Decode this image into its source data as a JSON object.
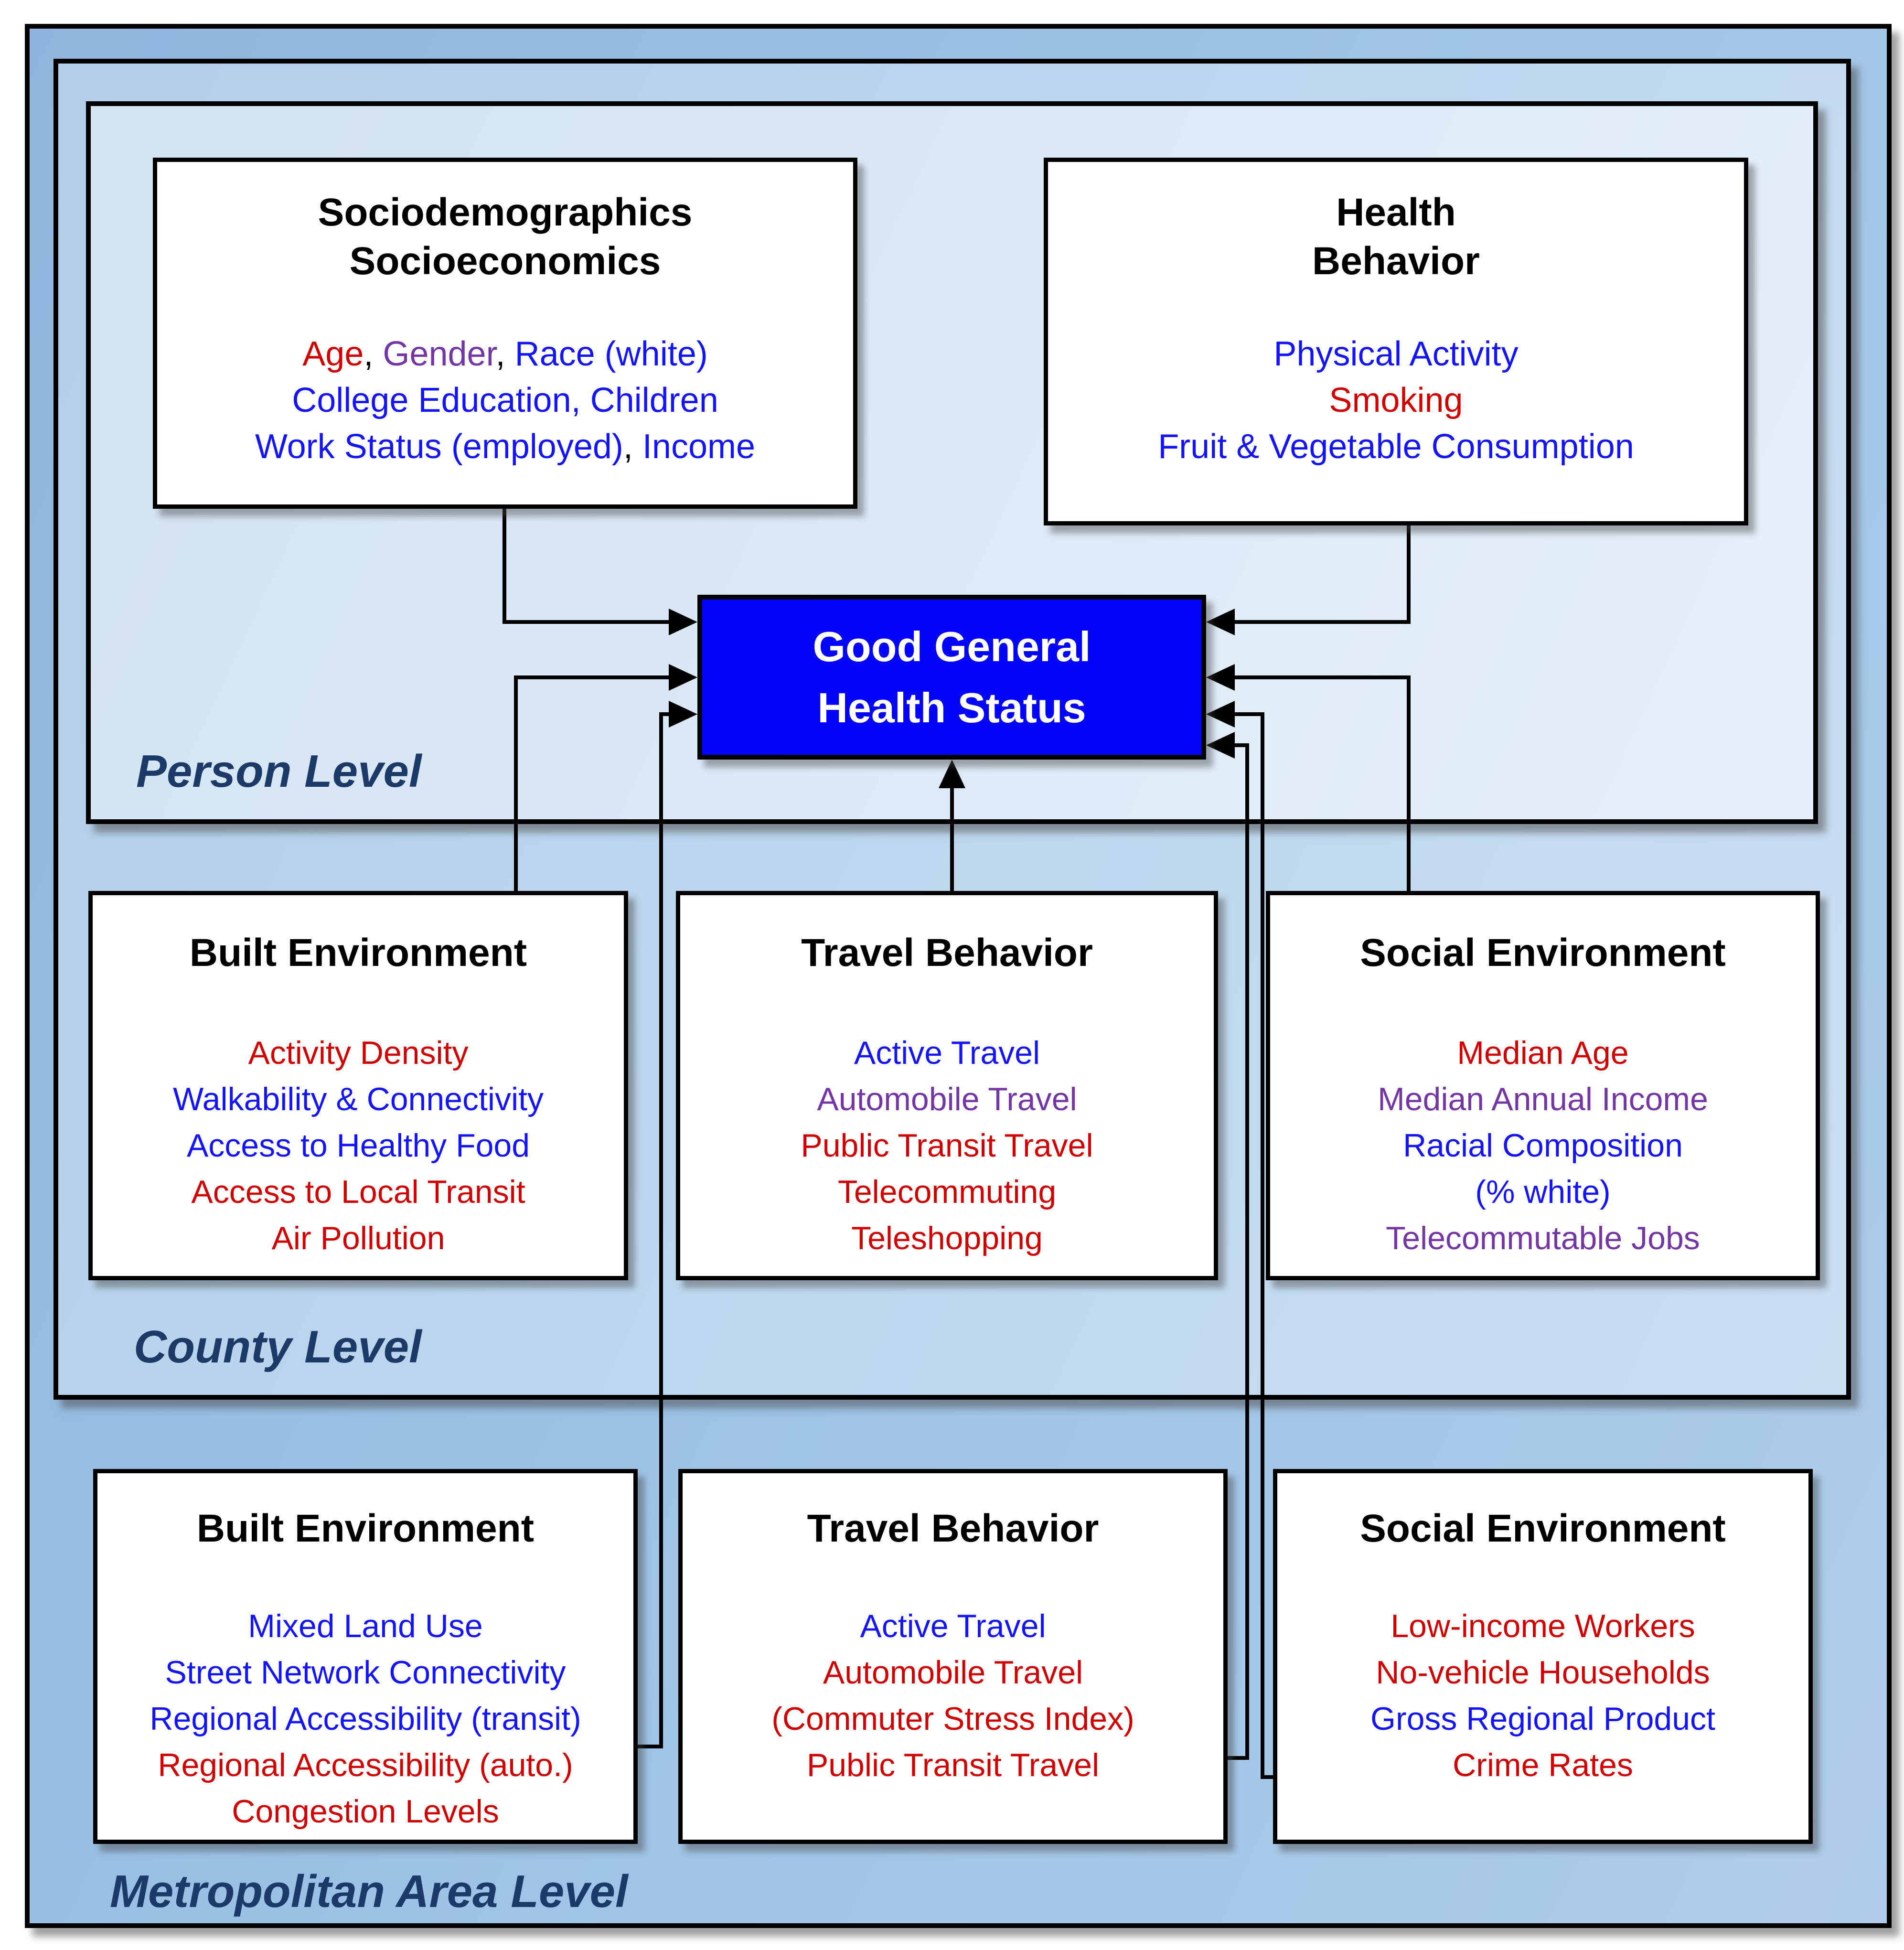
{
  "figure": {
    "type": "conceptual-framework-diagram",
    "description_visible_text_only": true
  },
  "levels": {
    "person": {
      "label": "Person Level"
    },
    "county": {
      "label": "County Level"
    },
    "metro": {
      "label": "Metropolitan Area Level"
    }
  },
  "center_box": {
    "lines": [
      "Good General",
      "Health Status"
    ],
    "bg": "#0404F8",
    "text_color": "#FFFFFF"
  },
  "colors": {
    "red": "#CE0000",
    "blue": "#1414FA",
    "purple": "#7436A4",
    "black": "#000000",
    "heading": "#000000",
    "level_label": "#1B3A68",
    "metro_bg": "#9CC2E5",
    "county_bg": "#BDD7EE",
    "person_bg": "#DCE9F7"
  },
  "boxes": [
    {
      "id": "sociodemographics-socioeconomics",
      "level": "person",
      "title_lines": [
        "Sociodemographics",
        "Socioeconomics"
      ],
      "items": [
        [
          {
            "t": "Age",
            "c": "red"
          },
          {
            "t": ", ",
            "c": "black"
          },
          {
            "t": "Gender",
            "c": "purple"
          },
          {
            "t": ", ",
            "c": "black"
          },
          {
            "t": "Race (white)",
            "c": "blue"
          }
        ],
        [
          {
            "t": "College Education, Children",
            "c": "blue"
          }
        ],
        [
          {
            "t": "Work Status (employed)",
            "c": "blue"
          },
          {
            "t": ", ",
            "c": "black"
          },
          {
            "t": "Income",
            "c": "blue"
          }
        ]
      ]
    },
    {
      "id": "health-behavior",
      "level": "person",
      "title_lines": [
        "Health",
        "Behavior"
      ],
      "items": [
        [
          {
            "t": "Physical Activity",
            "c": "blue"
          }
        ],
        [
          {
            "t": "Smoking",
            "c": "red"
          }
        ],
        [
          {
            "t": "Fruit & Vegetable Consumption",
            "c": "blue"
          }
        ]
      ]
    },
    {
      "id": "county-built-environment",
      "level": "county",
      "title_lines": [
        "Built Environment"
      ],
      "items": [
        [
          {
            "t": "Activity Density",
            "c": "red"
          }
        ],
        [
          {
            "t": "Walkability & Connectivity",
            "c": "blue"
          }
        ],
        [
          {
            "t": "Access to Healthy Food",
            "c": "blue"
          }
        ],
        [
          {
            "t": "Access to Local Transit",
            "c": "red"
          }
        ],
        [
          {
            "t": "Air Pollution",
            "c": "red"
          }
        ]
      ]
    },
    {
      "id": "county-travel-behavior",
      "level": "county",
      "title_lines": [
        "Travel Behavior"
      ],
      "items": [
        [
          {
            "t": "Active Travel",
            "c": "blue"
          }
        ],
        [
          {
            "t": "Automobile Travel",
            "c": "purple"
          }
        ],
        [
          {
            "t": "Public Transit Travel",
            "c": "red"
          }
        ],
        [
          {
            "t": "Telecommuting",
            "c": "red"
          }
        ],
        [
          {
            "t": "Teleshopping",
            "c": "red"
          }
        ]
      ]
    },
    {
      "id": "county-social-environment",
      "level": "county",
      "title_lines": [
        "Social Environment"
      ],
      "items": [
        [
          {
            "t": "Median Age",
            "c": "red"
          }
        ],
        [
          {
            "t": "Median Annual Income",
            "c": "purple"
          }
        ],
        [
          {
            "t": "Racial Composition",
            "c": "blue"
          }
        ],
        [
          {
            "t": "(% white)",
            "c": "blue"
          }
        ],
        [
          {
            "t": "Telecommutable Jobs",
            "c": "purple"
          }
        ]
      ]
    },
    {
      "id": "metro-built-environment",
      "level": "metro",
      "title_lines": [
        "Built Environment"
      ],
      "items": [
        [
          {
            "t": "Mixed Land Use",
            "c": "blue"
          }
        ],
        [
          {
            "t": "Street Network Connectivity",
            "c": "blue"
          }
        ],
        [
          {
            "t": "Regional Accessibility (transit)",
            "c": "blue"
          }
        ],
        [
          {
            "t": "Regional Accessibility (auto.)",
            "c": "red"
          }
        ],
        [
          {
            "t": "Congestion Levels",
            "c": "red"
          }
        ]
      ]
    },
    {
      "id": "metro-travel-behavior",
      "level": "metro",
      "title_lines": [
        "Travel Behavior"
      ],
      "items": [
        [
          {
            "t": "Active Travel",
            "c": "blue"
          }
        ],
        [
          {
            "t": "Automobile Travel",
            "c": "red"
          }
        ],
        [
          {
            "t": "(Commuter Stress Index)",
            "c": "red"
          }
        ],
        [
          {
            "t": "Public Transit Travel",
            "c": "red"
          }
        ]
      ]
    },
    {
      "id": "metro-social-environment",
      "level": "metro",
      "title_lines": [
        "Social Environment"
      ],
      "items": [
        [
          {
            "t": "Low-income Workers",
            "c": "red"
          }
        ],
        [
          {
            "t": "No-vehicle Households",
            "c": "red"
          }
        ],
        [
          {
            "t": "Gross Regional Product",
            "c": "blue"
          }
        ],
        [
          {
            "t": "Crime Rates",
            "c": "red"
          }
        ]
      ]
    }
  ],
  "connections": [
    {
      "from": "sociodemographics-socioeconomics",
      "to": "good-general-health-status"
    },
    {
      "from": "health-behavior",
      "to": "good-general-health-status"
    },
    {
      "from": "county-built-environment",
      "to": "good-general-health-status"
    },
    {
      "from": "county-travel-behavior",
      "to": "good-general-health-status"
    },
    {
      "from": "county-social-environment",
      "to": "good-general-health-status"
    },
    {
      "from": "metro-built-environment",
      "to": "good-general-health-status"
    },
    {
      "from": "metro-travel-behavior",
      "to": "good-general-health-status"
    },
    {
      "from": "metro-social-environment",
      "to": "good-general-health-status"
    }
  ]
}
